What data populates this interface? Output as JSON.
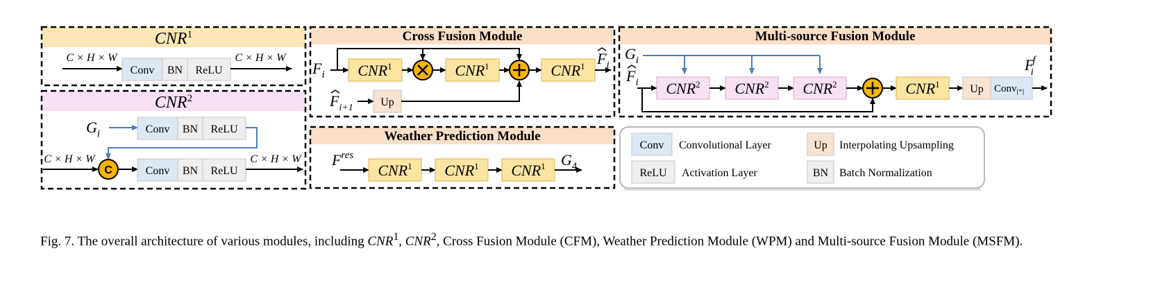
{
  "modules": {
    "cnr1": {
      "title_base": "CNR",
      "title_sup": "1"
    },
    "cnr2": {
      "title_base": "CNR",
      "title_sup": "2"
    },
    "cfm": {
      "title": "Cross Fusion Module"
    },
    "wpm": {
      "title": "Weather Prediction Module"
    },
    "msfm": {
      "title": "Multi-source Fusion Module"
    }
  },
  "labels": {
    "dims": "C × H × W",
    "conv": "Conv",
    "bn": "BN",
    "relu": "ReLU",
    "up": "Up",
    "cnr": "CNR",
    "sup1": "1",
    "sup2": "2",
    "concat": "C",
    "g": "G",
    "g_sub": "i",
    "g4_sub": "4",
    "f": "F",
    "f_sub_i": "i",
    "f_sub_i1": "i+1",
    "f_res_sup": "res",
    "f_f_sup": "f",
    "conv_sub": "[*]"
  },
  "legend": [
    {
      "key": "Conv",
      "text": "Convolutional Layer",
      "color": "#dce8f3"
    },
    {
      "key": "Up",
      "text": "Interpolating Upsampling",
      "color": "#f8e3d2"
    },
    {
      "key": "ReLU",
      "text": "Activation Layer",
      "color": "#efefef"
    },
    {
      "key": "BN",
      "text": "Batch Normalization",
      "color": "#efefef"
    }
  ],
  "colors": {
    "cnr_fill": "#fce4a3",
    "cnr_stroke": "#d8b35a",
    "conv_fill": "#dce8f3",
    "gray_fill": "#efefef",
    "up_fill": "#f8e3d2",
    "cnr2_fill": "#f8e1f2",
    "operator_fill": "#f5b400",
    "blue_arrow": "#4a7cc0",
    "title_cnr1_bg": "#fde7b6",
    "title_cnr2_bg": "#f9e1f5",
    "title_orange_bg": "#f9dfc8"
  },
  "caption": {
    "prefix": "Fig. 7.  The overall architecture of various modules, including ",
    "cnr1": "CNR",
    "sup1": "1",
    "sep": ", ",
    "cnr2": "CNR",
    "sup2": "2",
    "rest": ", Cross Fusion Module (CFM), Weather Prediction Module (WPM) and Multi-source Fusion Module (MSFM)."
  }
}
